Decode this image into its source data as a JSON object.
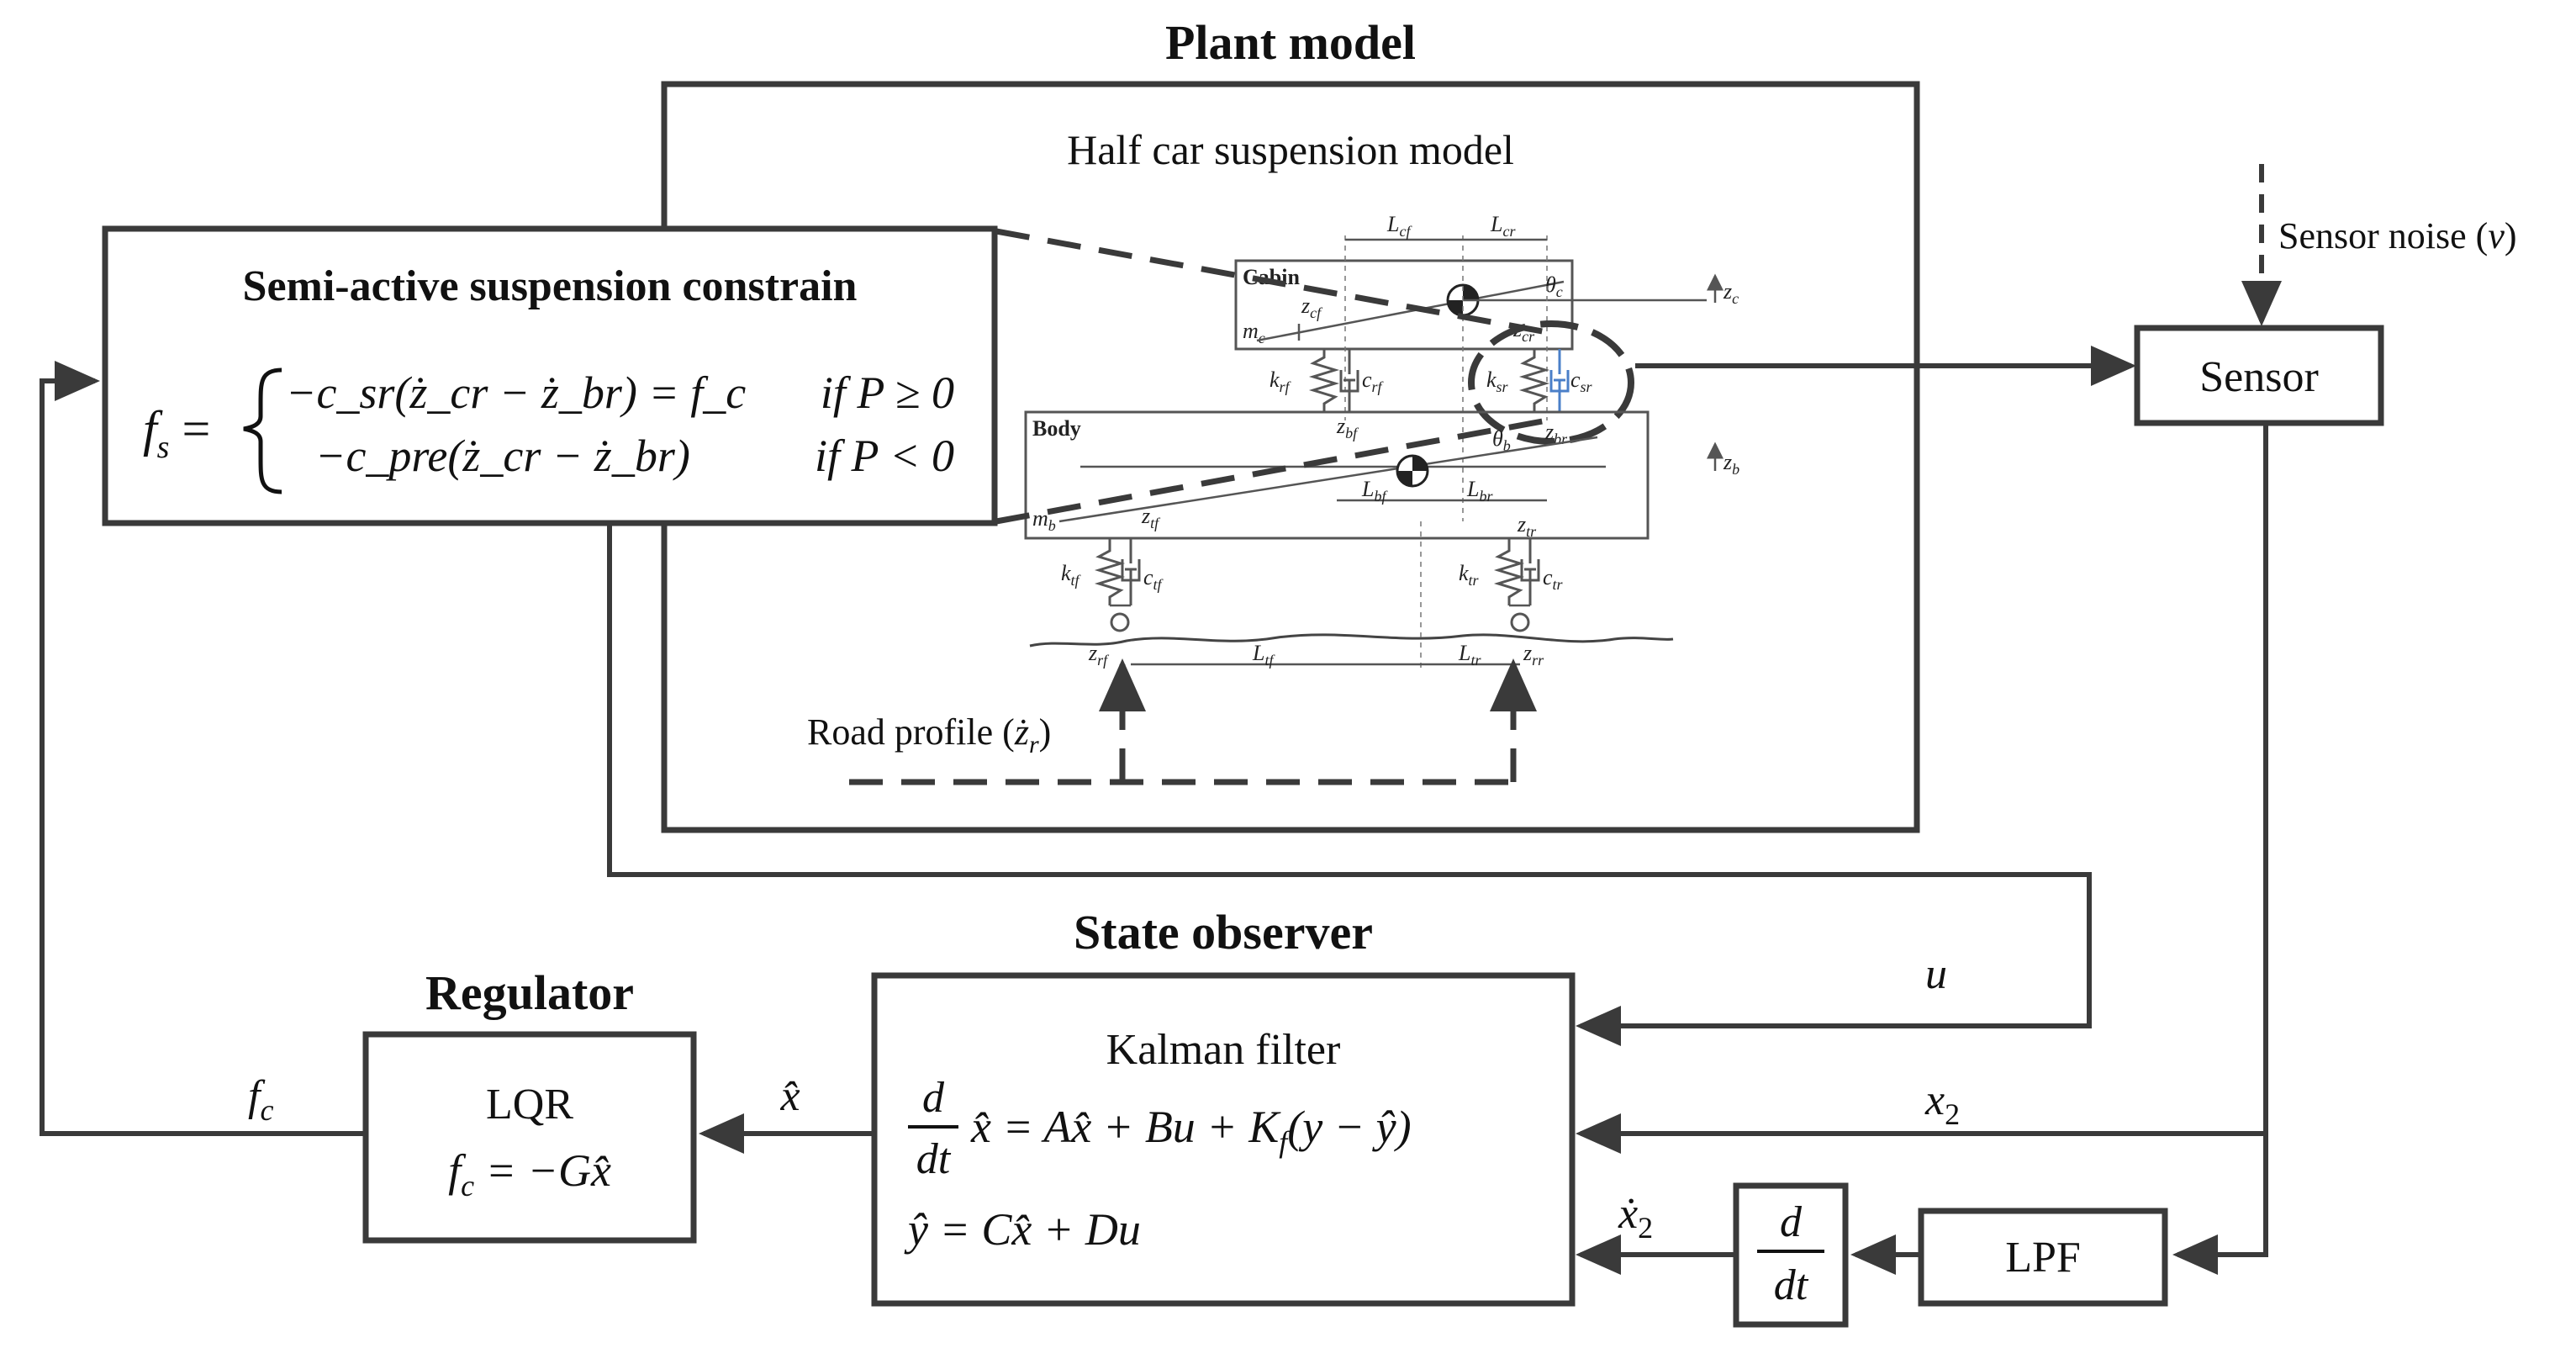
{
  "plant": {
    "title": "Plant model",
    "subtitle": "Half car suspension model",
    "road_profile": "Road profile (",
    "road_symbol": "ż",
    "road_sub": "r",
    "road_close": ")"
  },
  "constraint": {
    "title": "Semi-active suspension constrain",
    "lhs": "f",
    "lhs_sub": "s",
    "row1": "−c_sr(ż_cr − ż_br) = f_c",
    "row1_cond": "if P ≥ 0",
    "row2": "−c_pre(ż_cr − ż_br)",
    "row2_cond": "if P < 0"
  },
  "sensor": {
    "label": "Sensor",
    "noise_label": "Sensor noise (",
    "noise_symbol": "ν",
    "noise_close": ")"
  },
  "observer": {
    "title": "State observer",
    "filter_name": "Kalman filter",
    "eq1": "x̂ = Ax̂ + Bu + K",
    "eq1_sub": "f",
    "eq1_tail": "(y − ŷ)",
    "eq2": "ŷ = Cx̂ + Du",
    "deriv_num": "d",
    "deriv_den": "dt"
  },
  "regulator": {
    "title": "Regulator",
    "name": "LQR",
    "eq": "f",
    "eq_sub": "c",
    "eq_tail": " = −Gx̂"
  },
  "derivative_block": {
    "num": "d",
    "den": "dt"
  },
  "lpf": {
    "label": "LPF"
  },
  "signals": {
    "u": "u",
    "x2": "x",
    "x2_sub": "2",
    "x2dot": "ẋ",
    "x2dot_sub": "2",
    "xhat": "x̂",
    "fc": "f",
    "fc_sub": "c"
  },
  "car_labels": {
    "cabin": "Cabin",
    "body": "Body",
    "mc": "m",
    "mc_sub": "c",
    "mb": "m",
    "mb_sub": "b",
    "Lcf": "L",
    "Lcf_sub": "cf",
    "Lcr": "L",
    "Lcr_sub": "cr",
    "Lbf": "L",
    "Lbf_sub": "bf",
    "Lbr": "L",
    "Lbr_sub": "br",
    "Ltf": "L",
    "Ltf_sub": "tf",
    "Ltr": "L",
    "Ltr_sub": "tr",
    "zc": "z",
    "zc_sub": "c",
    "zb": "z",
    "zb_sub": "b",
    "zcf": "z",
    "zcf_sub": "cf",
    "zcr": "z",
    "zcr_sub": "cr",
    "zbf": "z",
    "zbf_sub": "bf",
    "zbr": "z",
    "zbr_sub": "br",
    "ztf": "z",
    "ztf_sub": "tf",
    "ztr": "z",
    "ztr_sub": "tr",
    "zrf": "z",
    "zrf_sub": "rf",
    "zrr": "z",
    "zrr_sub": "rr",
    "theta_c": "θ",
    "theta_c_sub": "c",
    "theta_b": "θ",
    "theta_b_sub": "b",
    "krf": "k",
    "krf_sub": "rf",
    "crf": "c",
    "crf_sub": "rf",
    "ksr": "k",
    "ksr_sub": "sr",
    "csr": "c",
    "csr_sub": "sr",
    "ktf": "k",
    "ktf_sub": "tf",
    "ctf": "c",
    "ctf_sub": "tf",
    "ktr": "k",
    "ktr_sub": "tr",
    "ctr": "c",
    "ctr_sub": "tr"
  },
  "colors": {
    "line": "#3a3a3a",
    "text": "#1a1a1a",
    "background": "#ffffff"
  }
}
